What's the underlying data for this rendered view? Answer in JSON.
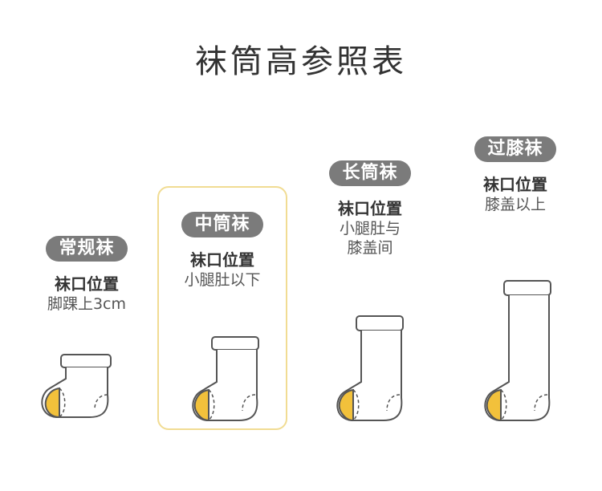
{
  "title": "袜筒高参照表",
  "colors": {
    "pill": "#7b7b7b",
    "highlight_border": "#f1dc93",
    "toe_heel": "#f2c13b",
    "outline": "#555555"
  },
  "socks": [
    {
      "name": "常规袜",
      "label": "袜口位置",
      "desc": [
        "脚踝上3cm"
      ]
    },
    {
      "name": "中筒袜",
      "label": "袜口位置",
      "desc": [
        "小腿肚以下"
      ]
    },
    {
      "name": "长筒袜",
      "label": "袜口位置",
      "desc": [
        "小腿肚与",
        "膝盖间"
      ]
    },
    {
      "name": "过膝袜",
      "label": "袜口位置",
      "desc": [
        "膝盖以上"
      ]
    }
  ]
}
